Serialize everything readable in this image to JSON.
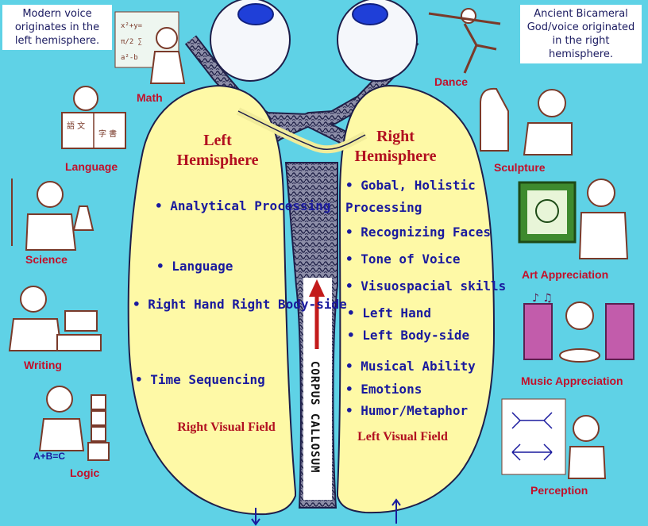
{
  "notes": {
    "modern": "Modern voice originates in the left hemisphere.",
    "ancient": "Ancient Bicameral God/voice originated in the right hemisphere."
  },
  "hemispheres": {
    "left": {
      "title": "Left Hemisphere",
      "items": [
        "Analytical Processing",
        "Language",
        "Right Hand Right Body-side",
        "Time Sequencing"
      ],
      "field": "Right Visual Field"
    },
    "right": {
      "title": "Right Hemisphere",
      "items": [
        "Gobal, Holistic Processing",
        "Recognizing Faces",
        "Tone of Voice",
        "Visuospacial skills",
        "Left Hand",
        "Left Body-side",
        "Musical Ability",
        "Emotions",
        "Humor/Metaphor"
      ],
      "field": "Left Visual Field"
    }
  },
  "corpus_callosum": "CORPUS CALLOSUM",
  "skills_left": [
    "Math",
    "Language",
    "Science",
    "Writing",
    "Logic"
  ],
  "skills_right": [
    "Dance",
    "Sculpture",
    "Art Appreciation",
    "Music Appreciation",
    "Perception"
  ],
  "logic_formula": "A+B=C",
  "colors": {
    "background": "#5fd2e6",
    "brain": "#fef9a6",
    "text_blue": "#1a1a9e",
    "text_red": "#c2102a"
  }
}
